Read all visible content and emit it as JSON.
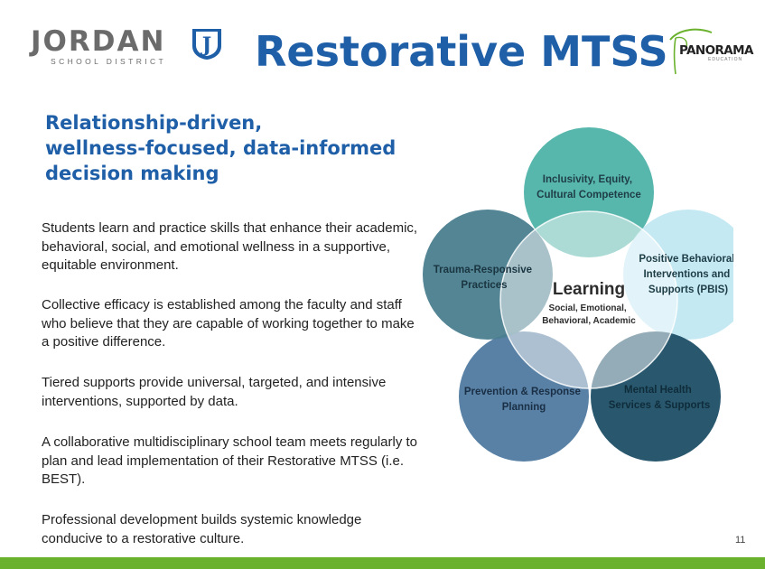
{
  "header": {
    "logo_left": {
      "name": "JORDAN",
      "tagline": "SCHOOL DISTRICT",
      "emblem_letter": "J"
    },
    "title": "Restorative MTSS",
    "logo_right": {
      "name": "PANORAMA",
      "tagline": "EDUCATION"
    }
  },
  "subtitle_lines": [
    "Relationship-driven,",
    "wellness-focused, data-informed",
    "decision making"
  ],
  "paragraphs": [
    "Students learn and practice skills that enhance their academic, behavioral, social, and emotional wellness in a supportive, equitable environment.",
    "Collective efficacy is established among the faculty and staff who believe that they are capable of working together to make a positive difference.",
    "Tiered supports provide universal, targeted, and intensive interventions, supported by data.",
    "A collaborative multidisciplinary school team meets regularly to plan and lead implementation of their Restorative MTSS (i.e. BEST).",
    "Professional development builds systemic knowledge conducive to a restorative culture."
  ],
  "diagram": {
    "center": {
      "title": "Learning",
      "lines": [
        "Social, Emotional,",
        "Behavioral, Academic"
      ],
      "color": "#ffffff"
    },
    "petals": [
      {
        "lines": [
          "Inclusivity, Equity,",
          "Cultural Competence"
        ],
        "color": "#4fb3a9"
      },
      {
        "lines": [
          "Positive Behavioral",
          "Interventions and",
          "Supports (PBIS)"
        ],
        "color": "#bfe7f2"
      },
      {
        "lines": [
          "Mental Health",
          "Services & Supports"
        ],
        "color": "#1d4f66"
      },
      {
        "lines": [
          "Prevention & Response",
          "Planning"
        ],
        "color": "#4f7aa0"
      },
      {
        "lines": [
          "Trauma-Responsive",
          "Practices"
        ],
        "color": "#4a7e8f"
      }
    ]
  },
  "page_number": "11",
  "colors": {
    "title": "#1f5fa8",
    "accent_bar": "#6ab22d",
    "logo_gray": "#6b6b6b",
    "shield": "#1f5fa8"
  }
}
